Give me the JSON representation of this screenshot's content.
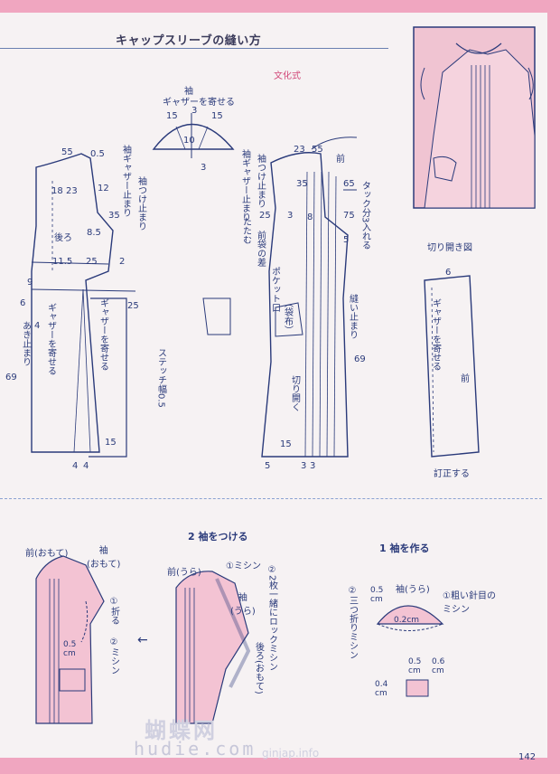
{
  "title": "キャップスリーブの縫い方",
  "style_label": "文化式",
  "pattern": {
    "sleeve_label": "袖",
    "sleeve_gather": "ギャザーを寄せる",
    "back_label": "後ろ",
    "front_label": "前",
    "sleeve_gather_stop_left": "袖ギャザー止まり",
    "sleeve_stop_left": "袖つけ止まり",
    "gather_left": "ギャザーを寄せる",
    "gather_left2": "ギャザーを寄せる",
    "opening_stop": "あき止まり",
    "stitch_width": "ステッチ幅0.5",
    "sleeve_gather_stop_right": "袖ギャザー止まり",
    "sleeve_stop_right": "袖つけ止まり",
    "fold": "たたむ",
    "front_dart": "前袋の差",
    "pocket": "ポケット口",
    "fabric": "（袋布）",
    "tuck": "タック分3入れる",
    "seam_stop": "縫い止まり",
    "cut_open": "切り開く",
    "slash_diagram": "切り開き図",
    "gather_slash": "ギャザーを寄せる",
    "front_slash": "前",
    "adjust": "訂正する",
    "n_15a": "15",
    "n_3a": "3",
    "n_15b": "15",
    "n_10": "10",
    "n_3b": "3",
    "n_55a": "55",
    "n_05a": "0.5",
    "n_18": "18",
    "n_23a": "23",
    "n_125": "12",
    "n_35a": "35",
    "n_85": "8.5",
    "n_115": "11.5",
    "n_25a": "25",
    "n_2a": "2",
    "n_9": "9",
    "n_25b": "25",
    "n_6a": "6",
    "n_4a": "4",
    "n_69a": "69",
    "n_15c": "15",
    "n_4b": "4",
    "n_4c": "4",
    "n_23b": "23",
    "n_55b": "55",
    "n_35b": "35",
    "n_65": "65",
    "n_75": "75",
    "n_25c": "25",
    "n_3c": "3",
    "n_8": "8",
    "n_5": "5",
    "n_69b": "69",
    "n_15d": "15",
    "n_5b": "5",
    "n_3d": "3",
    "n_3e": "3",
    "n_6b": "6"
  },
  "steps": {
    "step2_title": "2 袖をつける",
    "step1_title": "1 袖を作る",
    "front_outer": "前(おもて)",
    "sleeve_outer": "袖\n(おもて)",
    "fold_1": "①折る",
    "machine_2": "②ミシン",
    "n_05_left": "0.5\ncm",
    "arrow": "←",
    "front_inner": "前(うら)",
    "machine_1": "①ミシン",
    "overlock_2": "②2枚一緒にロックミシン",
    "sleeve_inner": "袖\n(うら)",
    "back_outer": "後ろ(おもて)",
    "n_05_mid": "0.5\ncm",
    "sleeve_inner_r": "袖(うら)",
    "coarse_stitch": "①粗い針目の\nミシン",
    "triple_fold": "②三つ折りミシン",
    "n_02": "0.2cm",
    "n_05_r": "0.5\ncm",
    "n_06_r": "0.6\ncm",
    "n_04_r": "0.4\ncm"
  },
  "footer": {
    "watermark_cn": "蝴蝶网",
    "watermark_url": "hudie.com",
    "watermark_jp": "ginjap.info",
    "page_number": "142"
  }
}
